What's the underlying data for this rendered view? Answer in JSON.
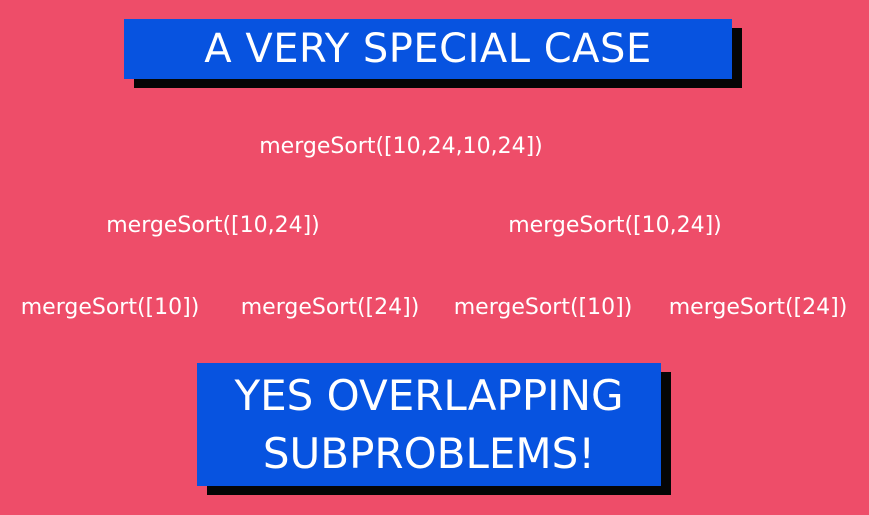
{
  "title": "A VERY SPECIAL CASE",
  "tree": {
    "root": "mergeSort([10,24,10,24])",
    "level1": [
      "mergeSort([10,24])",
      "mergeSort([10,24])"
    ],
    "level2": [
      "mergeSort([10])",
      "mergeSort([24])",
      "mergeSort([10])",
      "mergeSort([24])"
    ]
  },
  "conclusion": {
    "line1": "YES OVERLAPPING",
    "line2": "SUBPROBLEMS!"
  },
  "colors": {
    "background": "#ee4d69",
    "banner": "#0753e0",
    "shadow": "#050505",
    "text": "#ffffff"
  }
}
